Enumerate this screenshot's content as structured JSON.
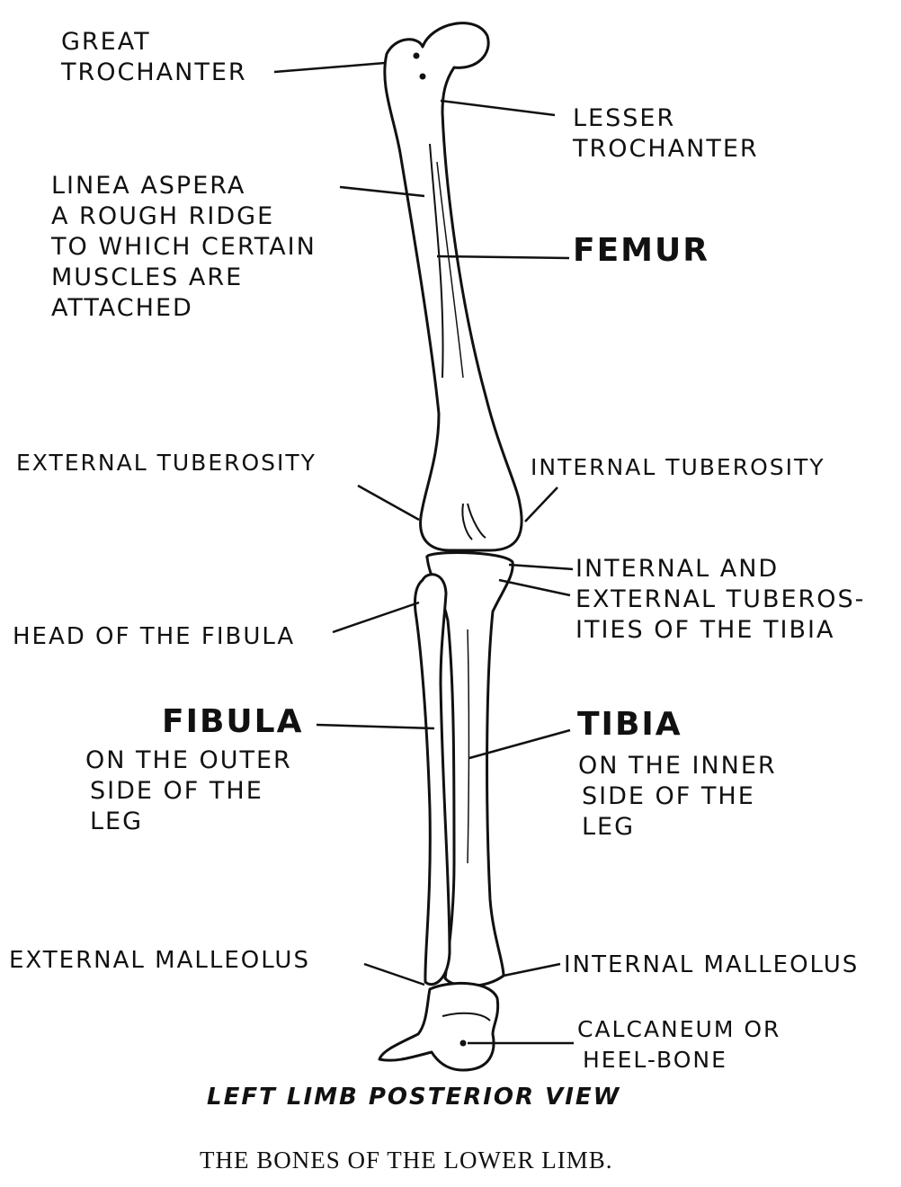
{
  "labels": {
    "great_trochanter": [
      "GREAT",
      "TROCHANTER"
    ],
    "lesser_trochanter": [
      "LESSER",
      "TROCHANTER"
    ],
    "linea_aspera": [
      "LINEA ASPERA",
      "A ROUGH RIDGE",
      "TO WHICH CERTAIN",
      "MUSCLES ARE",
      "ATTACHED"
    ],
    "femur": "FEMUR",
    "external_tuberosity": "EXTERNAL TUBEROSITY",
    "internal_tuberosity": "INTERNAL TUBEROSITY",
    "tibia_tuberosities": [
      "INTERNAL AND",
      "EXTERNAL TUBEROS-",
      "ITIES OF THE TIBIA"
    ],
    "head_fibula": "HEAD OF THE FIBULA",
    "fibula": "FIBULA",
    "fibula_desc": [
      "ON THE OUTER",
      "SIDE OF THE",
      "LEG"
    ],
    "tibia": "TIBIA",
    "tibia_desc": [
      "ON THE INNER",
      "SIDE OF THE",
      "LEG"
    ],
    "external_malleolus": "EXTERNAL MALLEOLUS",
    "internal_malleolus": "INTERNAL MALLEOLUS",
    "calcaneum": [
      "CALCANEUM OR",
      "HEEL-BONE"
    ]
  },
  "caption": "LEFT LIMB  POSTERIOR VIEW",
  "title": "THE BONES OF THE LOWER LIMB."
}
